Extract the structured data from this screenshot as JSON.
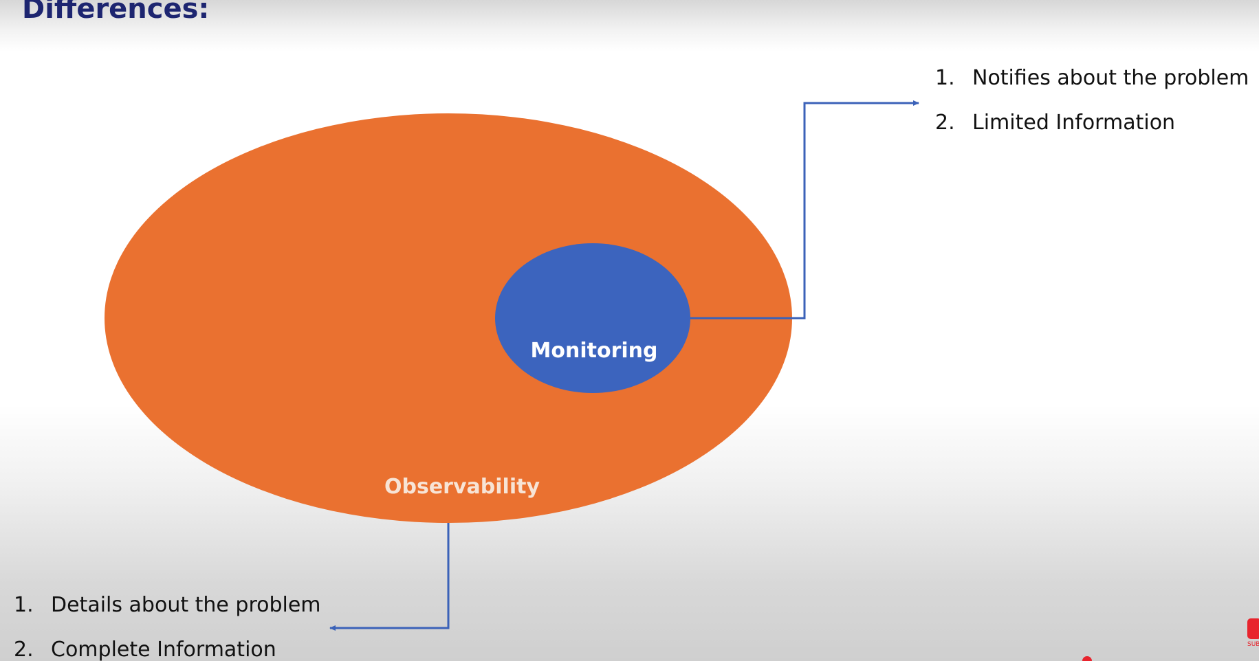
{
  "title": "Differences:",
  "diagram": {
    "outer": {
      "label": "Observability",
      "color": "#ea7130",
      "label_color": "#f7e4d6"
    },
    "inner": {
      "label": "Monitoring",
      "color": "#3c64be",
      "label_color": "#ffffff"
    },
    "connector_color": "#3b62b8"
  },
  "monitoring_points": [
    {
      "num": "1.",
      "text": "Notifies about the problem"
    },
    {
      "num": "2.",
      "text": "Limited Information"
    }
  ],
  "observability_points": [
    {
      "num": "1.",
      "text": "Details about the problem"
    },
    {
      "num": "2.",
      "text": "Complete Information"
    }
  ],
  "overlay": {
    "subscribe_text": "SUB"
  }
}
